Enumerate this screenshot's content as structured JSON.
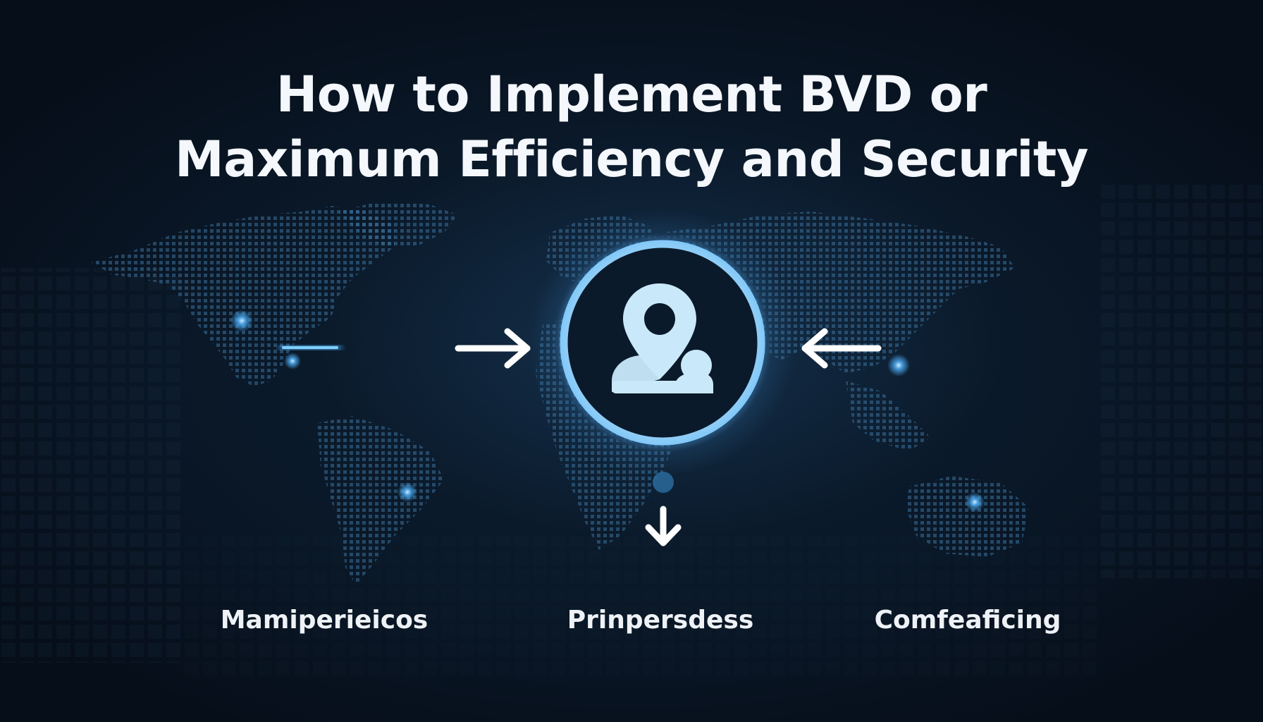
{
  "title": {
    "line1": "How to Implement BVD or",
    "line2": "Maximum Efficiency and Security"
  },
  "hub_icon": "location-pin-user-icon",
  "captions": [
    {
      "label": "Mamiperieicos"
    },
    {
      "label": "Prinpersdess"
    },
    {
      "label": "Comfeaficing"
    }
  ],
  "colors": {
    "background": "#07111e",
    "accent": "#4fb3ff",
    "ring": "#8ecdf7",
    "text": "#f4f7fb"
  }
}
